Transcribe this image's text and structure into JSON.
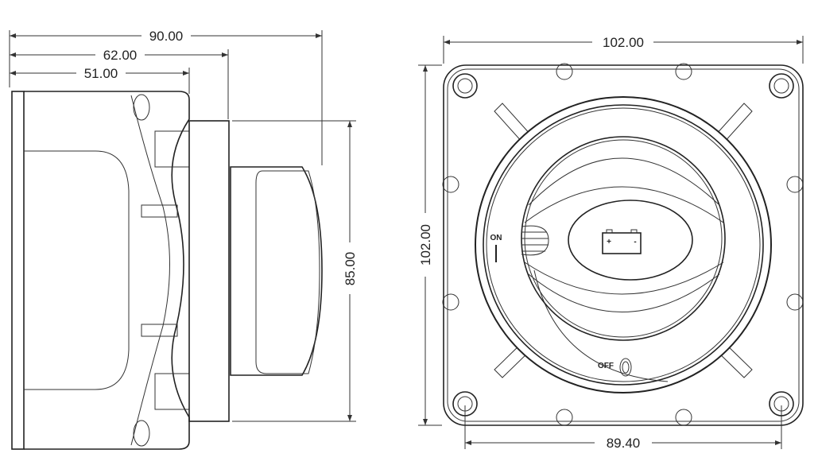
{
  "side_view": {
    "dim_overall_depth": "90.00",
    "dim_mid_depth": "62.00",
    "dim_body_depth": "51.00",
    "dim_height": "85.00"
  },
  "front_view": {
    "dim_width": "102.00",
    "dim_height": "102.00",
    "dim_hole_spacing": "89.40",
    "label_on": "ON",
    "label_off": "OFF",
    "battery_plus": "+",
    "battery_minus": "-"
  },
  "colors": {
    "line": "#222222",
    "background": "#ffffff"
  }
}
